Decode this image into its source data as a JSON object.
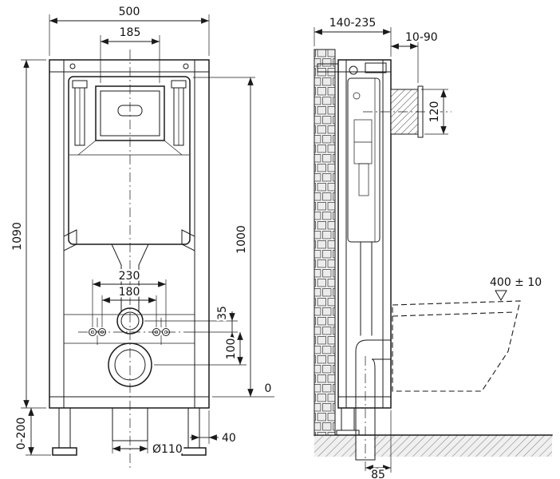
{
  "colors": {
    "line": "#1a1a1a",
    "background": "#ffffff"
  },
  "front_view": {
    "width_total": "500",
    "width_plate": "185",
    "height_total": "1090",
    "height_flush_axis": "1000",
    "bolt_spacing_outer": "230",
    "bolt_spacing_inner": "180",
    "offset_flush_to_bolts": "35",
    "offset_bolts_to_drain": "100",
    "level_zero": "0",
    "foot_adjustment": "0-200",
    "edge_offset": "40",
    "drain_diameter": "Ø110"
  },
  "side_view": {
    "depth_range": "140-235",
    "plate_depth_range": "10-90",
    "actuator_height": "120",
    "bowl_rim_height": "400 ± 10",
    "outlet_to_front": "85"
  }
}
